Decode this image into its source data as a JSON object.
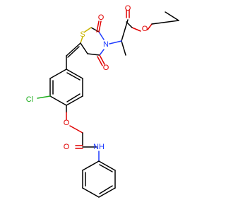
{
  "molecule": {
    "atoms": {
      "o1": {
        "symbol": "O",
        "color": "#e00000"
      },
      "o2": {
        "symbol": "O",
        "color": "#e00000"
      },
      "o3": {
        "symbol": "O",
        "color": "#e00000"
      },
      "o4": {
        "symbol": "O",
        "color": "#e00000"
      },
      "o5": {
        "symbol": "O",
        "color": "#e00000"
      },
      "o6": {
        "symbol": "O",
        "color": "#e00000"
      },
      "s": {
        "symbol": "S",
        "color": "#c9b400"
      },
      "n": {
        "symbol": "N",
        "color": "#1f3cff"
      },
      "nh": {
        "symbol": "NH",
        "color": "#1f3cff"
      },
      "cl": {
        "symbol": "Cl",
        "color": "#1fae1f"
      }
    }
  }
}
